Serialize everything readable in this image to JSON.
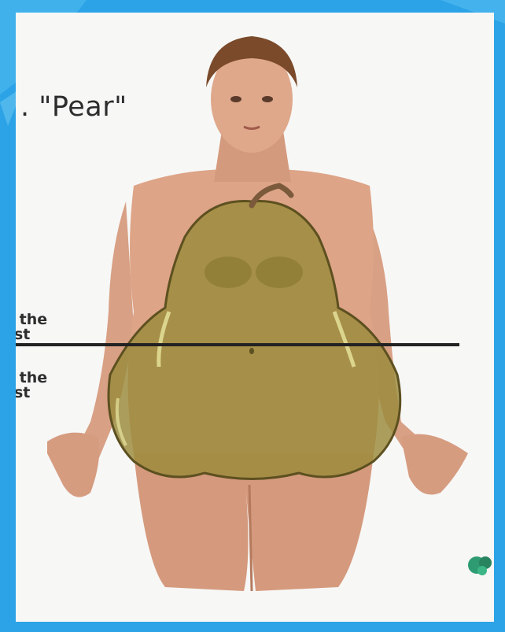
{
  "slide": {
    "title": ". \"Pear\"",
    "label_upper": [
      " the",
      "st"
    ],
    "label_lower": [
      " the",
      "st"
    ]
  },
  "illustration": {
    "subject": "woman-silhouette-with-pear-overlay",
    "colors": {
      "background_blue": "#2ba3e6",
      "card": "#f7f7f6",
      "skin": "#d9a184",
      "hair": "#7a4a2a",
      "pear": "#9a8a3a",
      "pear_outline": "#5d5020",
      "divider_line": "#222222",
      "logo": "#2e9b72"
    }
  }
}
